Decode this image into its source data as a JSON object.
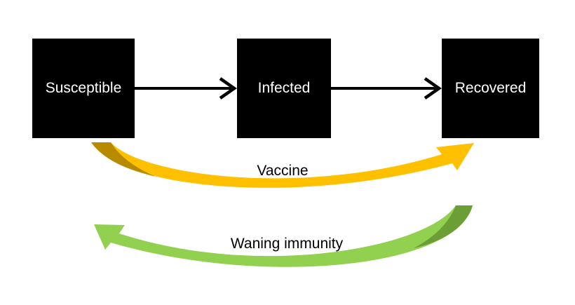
{
  "diagram": {
    "compartments": [
      {
        "id": "susceptible",
        "label": "Susceptible"
      },
      {
        "id": "infected",
        "label": "Infected"
      },
      {
        "id": "recovered",
        "label": "Recovered"
      }
    ],
    "transitions": [
      {
        "from": "susceptible",
        "to": "infected",
        "color": "#000000"
      },
      {
        "from": "infected",
        "to": "recovered",
        "color": "#000000"
      },
      {
        "from": "susceptible",
        "to": "recovered",
        "label": "Vaccine",
        "color": "#FFC000"
      },
      {
        "from": "recovered",
        "to": "susceptible",
        "label": "Waning immunity",
        "color": "#92D050"
      }
    ]
  },
  "colors": {
    "box_fill": "#000000",
    "box_text": "#FFFFFF",
    "vaccine_arrow": "#FFC000",
    "vaccine_arrow_shade": "#A07800",
    "waning_arrow": "#92D050",
    "waning_arrow_shade": "#5E8F2E"
  }
}
